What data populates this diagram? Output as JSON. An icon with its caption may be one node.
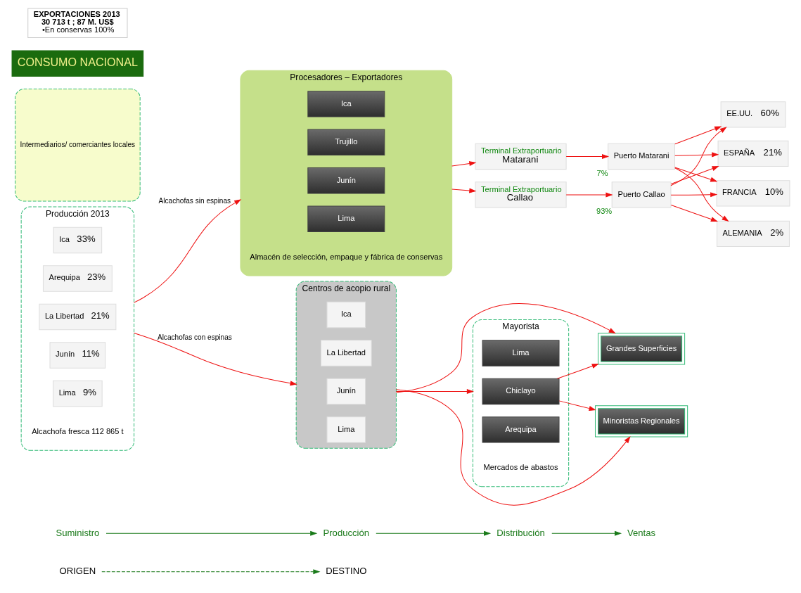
{
  "diagram": {
    "nodes": [
      {
        "text": [
          "ORIGEN"
        ]
      },
      {
        "text": [
          "DESTINO"
        ]
      },
      {
        "text": [
          "Suministro"
        ]
      },
      {
        "text": [
          "Producción"
        ]
      },
      {
        "text": [
          "Distribución"
        ]
      },
      {
        "text": [
          "Ventas"
        ]
      },
      {
        "text": [
          "Producción 2013"
        ],
        "beside": [
          "Alcachofa fresca 112 865 t"
        ]
      },
      {
        "text": [
          "Ica",
          "33%"
        ],
        "in": 6
      },
      {
        "text": [
          "Arequipa",
          "23%"
        ],
        "in": 6
      },
      {
        "text": [
          "La Libertad",
          "21%"
        ],
        "in": 6
      },
      {
        "text": [
          "Junín",
          "11%"
        ],
        "in": 6
      },
      {
        "text": [
          "Lima",
          "9%"
        ],
        "in": 6
      },
      {
        "text": [
          "Procesadores – Exportadores"
        ],
        "beside": [
          "Almacén de selección, empaque y fábrica de conservas"
        ]
      },
      {
        "text": [
          "Ica"
        ],
        "in": 12
      },
      {
        "text": [
          "Trujillo"
        ],
        "in": 12
      },
      {
        "text": [
          "Junín"
        ],
        "in": 12
      },
      {
        "text": [
          "Lima"
        ],
        "in": 12
      },
      {
        "text": [
          "Terminal Extraportuario",
          "Callao"
        ]
      },
      {
        "text": [
          "Terminal Extraportuario",
          "Matarani"
        ]
      },
      {
        "text": [
          "Puerto Callao"
        ],
        "beside": [
          "93%"
        ]
      },
      {
        "text": [
          "Puerto Matarani"
        ],
        "beside": [
          "7%"
        ]
      },
      {
        "text": [
          "EE.UU.",
          "60%"
        ]
      },
      {
        "text": [
          "ESPAÑA",
          "21%"
        ]
      },
      {
        "text": [
          "FRANCIA",
          "10%"
        ]
      },
      {
        "text": [
          "ALEMANIA",
          "2%"
        ]
      },
      {
        "text": [
          "Centros de acopio rural"
        ]
      },
      {
        "text": [
          "Ica"
        ],
        "in": 25
      },
      {
        "text": [
          "La Libertad"
        ],
        "in": 25
      },
      {
        "text": [
          "Junín"
        ],
        "in": 25
      },
      {
        "text": [
          "Lima"
        ],
        "in": 25
      },
      {
        "text": [
          "Intermediarios/ comerciantes locales"
        ]
      },
      {
        "text": [
          "Mayorista"
        ],
        "beside": [
          "Mercados de abastos"
        ]
      },
      {
        "text": [
          "Lima"
        ],
        "in": 31
      },
      {
        "text": [
          "Chiclayo"
        ],
        "in": 31
      },
      {
        "text": [
          "Arequipa"
        ],
        "in": 31
      },
      {
        "text": [
          "Grandes Superficies"
        ]
      },
      {
        "text": [
          "Minoristas Regionales"
        ]
      },
      {
        "text": [
          "CONSUMO NACIONAL"
        ]
      },
      {
        "text": [
          "EXPORTACIONES 2013",
          "30 713 t ; 87 M. US$",
          "•En conservas 100%"
        ]
      }
    ],
    "edges": [
      {
        "from": 0,
        "to": 1,
        "arrow": "to",
        "style": "dashed",
        "color": "#1a7a1a"
      },
      {
        "from": 2,
        "to": 3,
        "arrow": "to",
        "color": "#1a7a1a"
      },
      {
        "from": 3,
        "to": 4,
        "arrow": "to",
        "color": "#1a7a1a"
      },
      {
        "from": 4,
        "to": 5,
        "arrow": "to",
        "color": "#1a7a1a"
      },
      {
        "from": 6,
        "to": 12,
        "arrow": "to",
        "label": "Alcachofas sin espinas"
      },
      {
        "from": 6,
        "to": 25,
        "arrow": "to",
        "label": "Alcachofas con espinas"
      },
      {
        "from": 12,
        "to": 17,
        "arrow": "to"
      },
      {
        "from": 12,
        "to": 18,
        "arrow": "to"
      },
      {
        "from": 17,
        "to": 19,
        "arrow": "to"
      },
      {
        "from": 18,
        "to": 20,
        "arrow": "to"
      },
      {
        "from": 19,
        "to": 21,
        "arrow": "to"
      },
      {
        "from": 19,
        "to": 22,
        "arrow": "to"
      },
      {
        "from": 19,
        "to": 23,
        "arrow": "to"
      },
      {
        "from": 19,
        "to": 24,
        "arrow": "to"
      },
      {
        "from": 20,
        "to": 21,
        "arrow": "to"
      },
      {
        "from": 20,
        "to": 22,
        "arrow": "to"
      },
      {
        "from": 20,
        "to": 23,
        "arrow": "to"
      },
      {
        "from": 20,
        "to": 24,
        "arrow": "to"
      },
      {
        "from": 25,
        "to": 31,
        "arrow": "to"
      },
      {
        "from": 25,
        "to": 35,
        "arrow": "to"
      },
      {
        "from": 25,
        "to": 36,
        "arrow": "to"
      },
      {
        "from": 33,
        "to": 35,
        "arrow": "to"
      },
      {
        "from": 33,
        "to": 36,
        "arrow": "to"
      }
    ]
  }
}
